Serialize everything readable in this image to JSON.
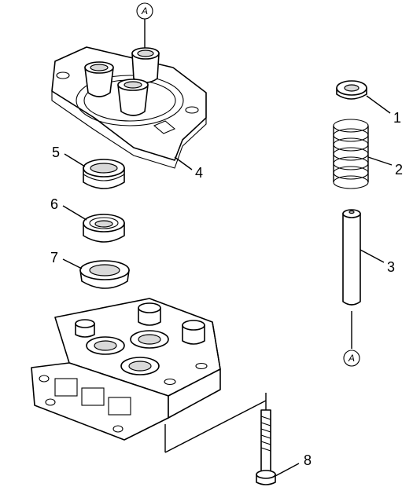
{
  "diagram": {
    "reference_marker": "A",
    "callouts": [
      {
        "id": "1",
        "label": "1"
      },
      {
        "id": "2",
        "label": "2"
      },
      {
        "id": "3",
        "label": "3"
      },
      {
        "id": "4",
        "label": "4"
      },
      {
        "id": "5",
        "label": "5"
      },
      {
        "id": "6",
        "label": "6"
      },
      {
        "id": "7",
        "label": "7"
      },
      {
        "id": "8",
        "label": "8"
      }
    ]
  }
}
